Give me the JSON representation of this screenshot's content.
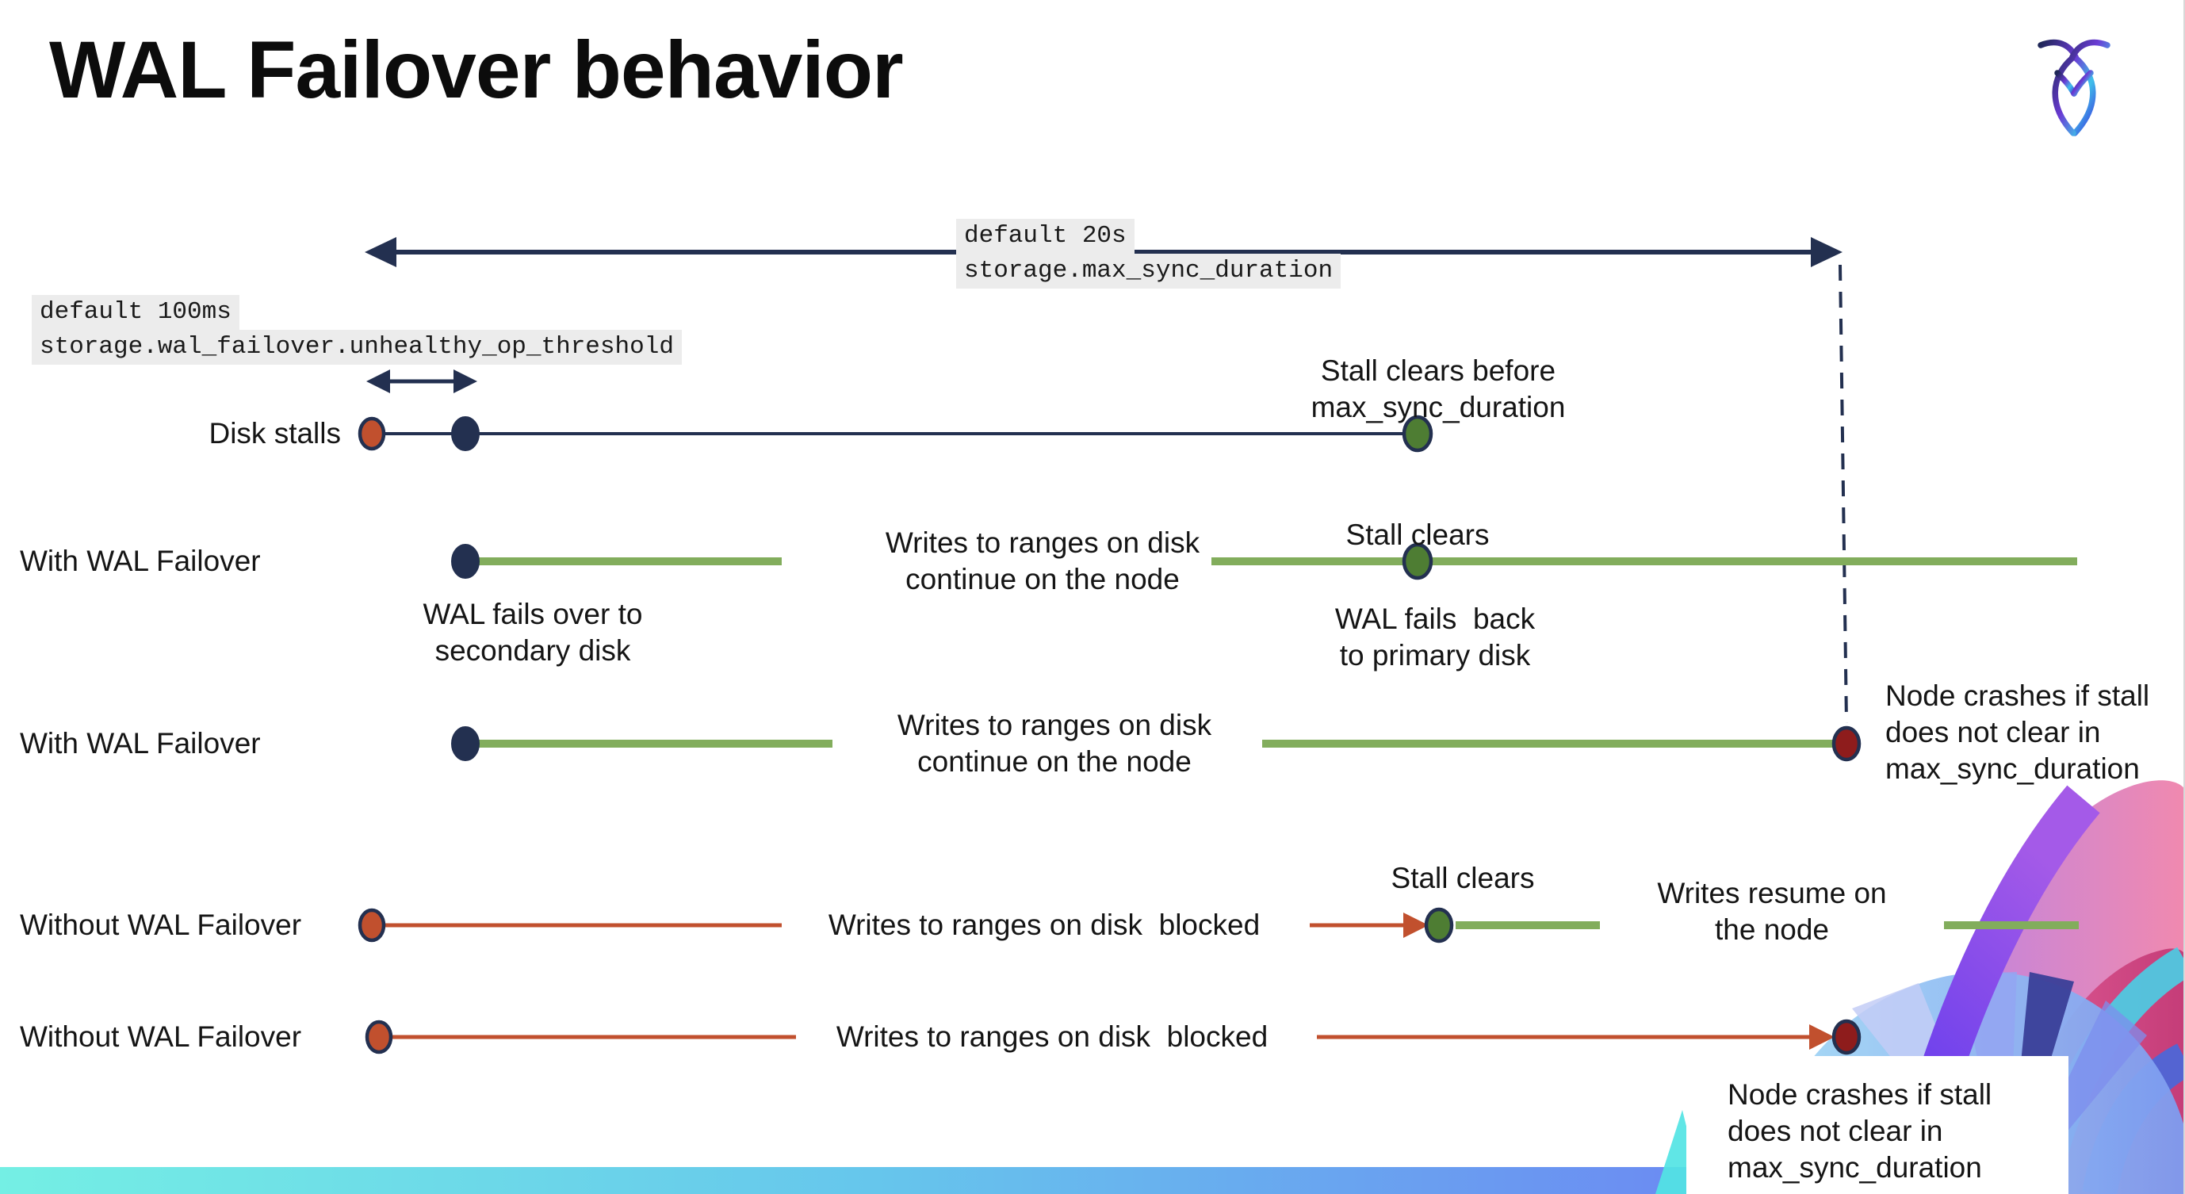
{
  "slide": {
    "title": "WAL Failover behavior"
  },
  "logo": {
    "name": "cockroach-labs-mark",
    "gradient": [
      "#1f2757",
      "#6a3bd4",
      "#3fc0ea"
    ]
  },
  "settings": {
    "max_sync_duration": {
      "default_label": "default 20s",
      "setting_name": "storage.max_sync_duration"
    },
    "unhealthy_op_threshold": {
      "default_label": "default 100ms",
      "setting_name": "storage.wal_failover.unhealthy_op_threshold"
    }
  },
  "rows": {
    "disk_stalls": "Disk stalls",
    "with_wal_1": "With WAL Failover",
    "with_wal_2": "With WAL Failover",
    "without_wal_1": "Without WAL Failover",
    "without_wal_2": "Without WAL Failover"
  },
  "annotations": {
    "stall_clears_before": "Stall clears before\nmax_sync_duration",
    "writes_continue_1": "Writes to ranges on disk\ncontinue on the node",
    "wal_fails_over": "WAL fails over to\nsecondary disk",
    "stall_clears_mid": "Stall clears",
    "wal_fails_back": "WAL fails  back\nto primary disk",
    "writes_continue_2": "Writes to ranges on disk\ncontinue on the node",
    "node_crashes_dashed": "Node crashes if stall\ndoes not clear in\nmax_sync_duration",
    "writes_blocked_1": "Writes to ranges on disk  blocked",
    "stall_clears_without": "Stall clears",
    "writes_resume": "Writes resume on\nthe node",
    "writes_blocked_2": "Writes to ranges on disk  blocked",
    "node_crashes_box": "Node crashes if stall\ndoes not clear in\nmax_sync_duration"
  },
  "colors": {
    "navy": "#233050",
    "green_line": "#82ad5c",
    "green_dot": "#4e7d33",
    "red": "#c1502e",
    "dark_red": "#8e1c1c",
    "code_background": "#ececec",
    "footer_bar_gradient": [
      "#74efe4",
      "#66c6ec",
      "#6b8ff2",
      "#6a55f0"
    ]
  }
}
